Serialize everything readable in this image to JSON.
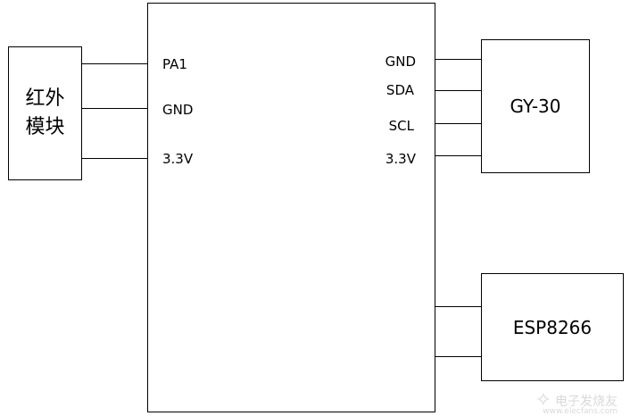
{
  "mcu": {
    "left_pins": [
      "PA1",
      "GND",
      "3.3V"
    ],
    "right_pins": [
      "GND",
      "SDA",
      "SCL",
      "3.3V"
    ]
  },
  "ir_module": {
    "label": "红外模块"
  },
  "gy30": {
    "label": "GY-30"
  },
  "esp": {
    "label": "ESP8266"
  },
  "watermark": {
    "text": "电子发烧友",
    "subtext": "www.elecfans.com",
    "icon": "watermark-logo-icon"
  }
}
